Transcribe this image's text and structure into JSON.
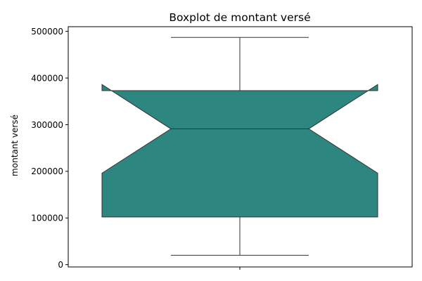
{
  "chart_data": {
    "type": "boxplot",
    "title": "Boxplot de montant versé",
    "xlabel": "",
    "ylabel": "montant versé",
    "ylim": [
      -5000,
      510000
    ],
    "yticks": [
      0,
      100000,
      200000,
      300000,
      400000,
      500000
    ],
    "ytick_labels": [
      "0",
      "100000",
      "200000",
      "300000",
      "400000",
      "500000"
    ],
    "notched": true,
    "box": {
      "whisker_low": 20000,
      "q1": 102000,
      "median": 291000,
      "q3": 373000,
      "whisker_high": 487000,
      "notch_low": 196000,
      "notch_high": 386000
    },
    "grid": false,
    "colors": {
      "box_fill": "#2e8680",
      "edge": "#333333",
      "axis": "#000000"
    }
  }
}
